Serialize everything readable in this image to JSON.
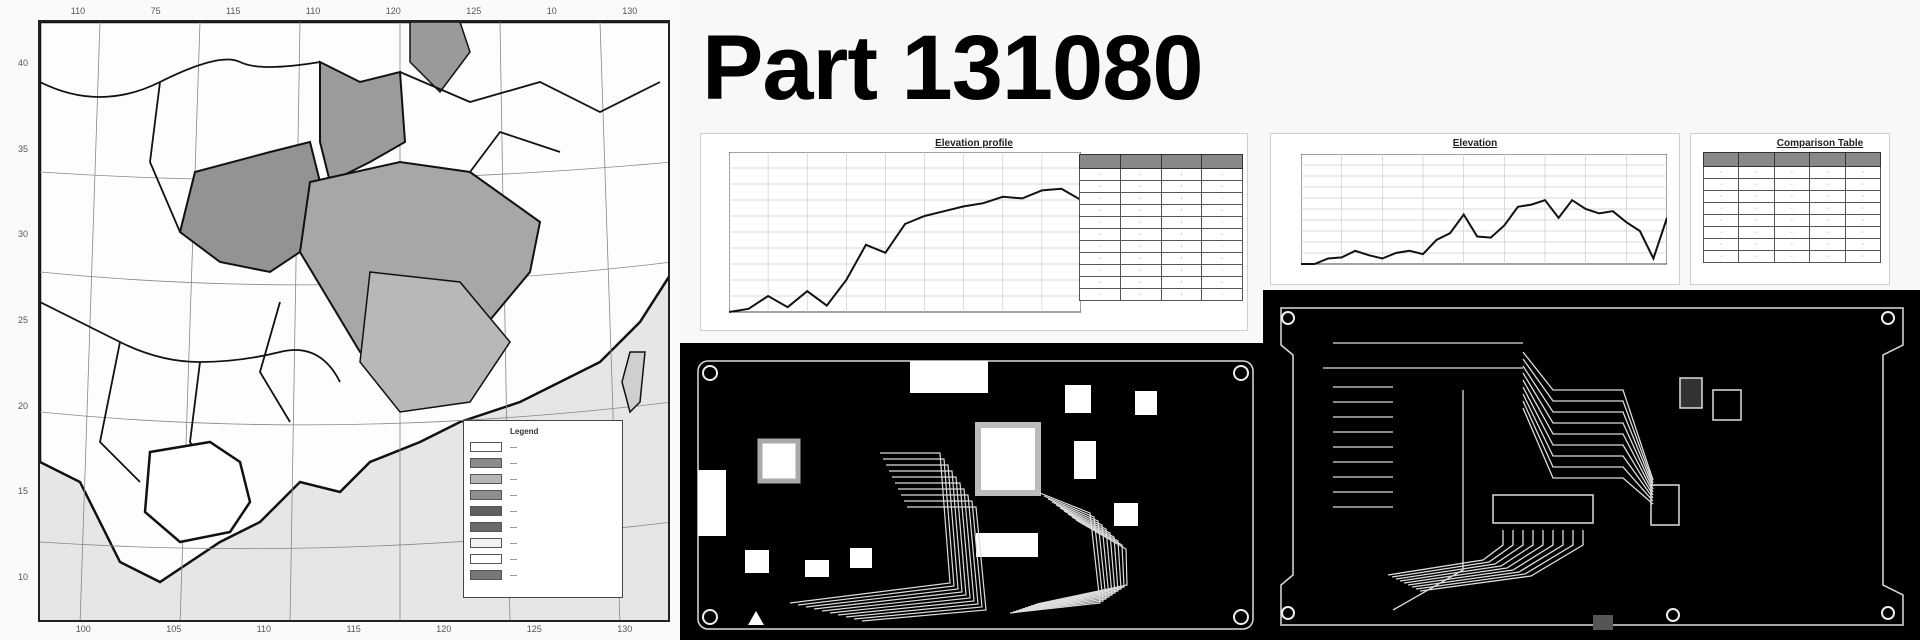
{
  "title": "Part 131080",
  "map": {
    "top_ticks": [
      "110",
      "75",
      "115",
      "110",
      "120",
      "125",
      "10",
      "130"
    ],
    "bottom_ticks": [
      "100",
      "105",
      "110",
      "115",
      "120",
      "125",
      "130"
    ],
    "left_ticks": [
      "40",
      "35",
      "30",
      "25",
      "20",
      "15",
      "10"
    ],
    "legend": {
      "title": "Legend",
      "items": [
        {
          "color": "#ffffff",
          "label": "—"
        },
        {
          "color": "#8a8a8a",
          "label": "—"
        },
        {
          "color": "#b5b5b5",
          "label": "—"
        },
        {
          "color": "#8e8e8e",
          "label": "—"
        },
        {
          "color": "#5f5f5f",
          "label": "—"
        },
        {
          "color": "#6a6a6a",
          "label": "—"
        },
        {
          "color": "#f2f2f2",
          "label": "—"
        },
        {
          "color": "#ffffff",
          "label": "—"
        },
        {
          "color": "#777777",
          "label": "—"
        }
      ]
    }
  },
  "chart_data": [
    {
      "type": "line",
      "title": "Elevation profile",
      "x": [
        0,
        1,
        2,
        3,
        4,
        5,
        6,
        7,
        8,
        9,
        10,
        11,
        12,
        13,
        14,
        15,
        16,
        17,
        18
      ],
      "values": [
        0,
        2,
        10,
        3,
        13,
        4,
        20,
        42,
        37,
        55,
        60,
        63,
        66,
        68,
        72,
        71,
        76,
        77,
        70
      ],
      "ylim": [
        0,
        100
      ],
      "grid": true,
      "table": {
        "headers": [
          "",
          "",
          "",
          ""
        ],
        "rows": 11
      }
    },
    {
      "type": "line",
      "title": "Elevation",
      "x": [
        0,
        1,
        2,
        3,
        4,
        5,
        6,
        7,
        8,
        9,
        10,
        11,
        12,
        13,
        14,
        15,
        16,
        17,
        18,
        19,
        20,
        21,
        22,
        23,
        24,
        25,
        26,
        27
      ],
      "values": [
        0,
        0,
        5,
        6,
        12,
        8,
        5,
        10,
        12,
        9,
        22,
        28,
        45,
        25,
        24,
        35,
        52,
        54,
        58,
        42,
        58,
        50,
        46,
        48,
        38,
        30,
        5,
        42
      ],
      "ylim": [
        0,
        100
      ],
      "grid": true
    },
    {
      "type": "table",
      "title": "Comparison Table",
      "headers": [
        "",
        "",
        "",
        "",
        ""
      ],
      "rows": 8
    }
  ]
}
